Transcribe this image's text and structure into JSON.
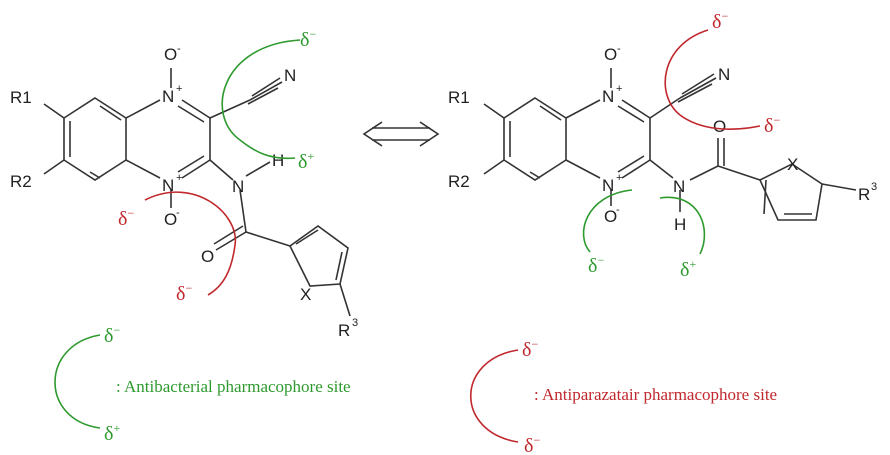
{
  "atoms": {
    "R1": "R1",
    "R2": "R2",
    "R3": "R",
    "R3_sup": "3",
    "O": "O",
    "N": "N",
    "H": "H",
    "X": "X",
    "plus": "+",
    "minus": "-"
  },
  "charges": {
    "delta": "δ",
    "minus": "−",
    "plus": "+"
  },
  "legend": {
    "antibacterial": ":  Antibacterial pharmacophore site",
    "antiparasitic": ":  Antiparazatair pharmacophore site"
  },
  "colors": {
    "antibacterial": "#2e9a2e",
    "antiparasitic": "#c0282d"
  }
}
